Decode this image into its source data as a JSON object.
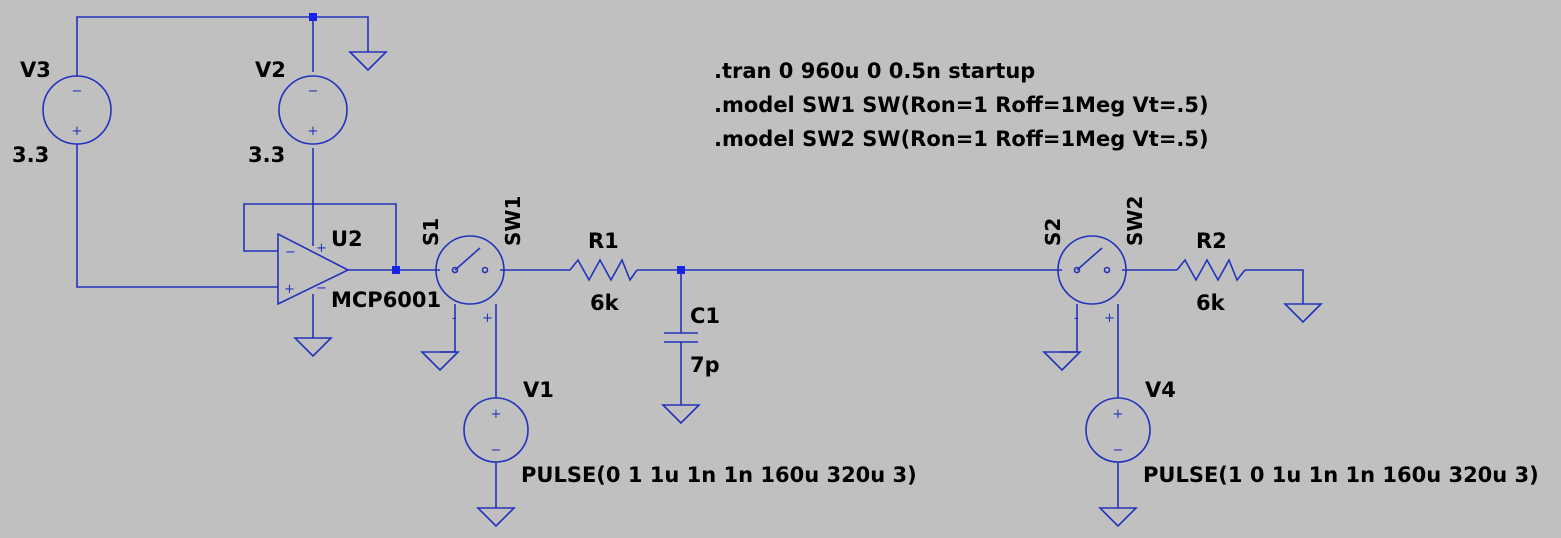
{
  "colors": {
    "background": "#c0c0c0",
    "wire": "#2233bb",
    "junction": "#1a22ee",
    "text": "#000000"
  },
  "components": {
    "v3": {
      "ref": "V3",
      "value": "3.3"
    },
    "v2": {
      "ref": "V2",
      "value": "3.3"
    },
    "u2": {
      "ref": "U2",
      "value": "MCP6001"
    },
    "s1": {
      "ref": "S1",
      "model": "SW1"
    },
    "r1": {
      "ref": "R1",
      "value": "6k"
    },
    "c1": {
      "ref": "C1",
      "value": "7p"
    },
    "v1": {
      "ref": "V1",
      "value": "PULSE(0 1 1u 1n 1n 160u 320u 3)"
    },
    "s2": {
      "ref": "S2",
      "model": "SW2"
    },
    "r2": {
      "ref": "R2",
      "value": "6k"
    },
    "v4": {
      "ref": "V4",
      "value": "PULSE(1 0 1u 1n 1n 160u 320u 3)"
    }
  },
  "directives": [
    ".tran 0 960u 0 0.5n startup",
    ".model SW1 SW(Ron=1 Roff=1Meg Vt=.5)",
    ".model SW2 SW(Ron=1 Roff=1Meg Vt=.5)"
  ],
  "pin_marks": {
    "plus": "+",
    "minus": "−",
    "switch_minus": "-",
    "switch_plus": "+"
  }
}
